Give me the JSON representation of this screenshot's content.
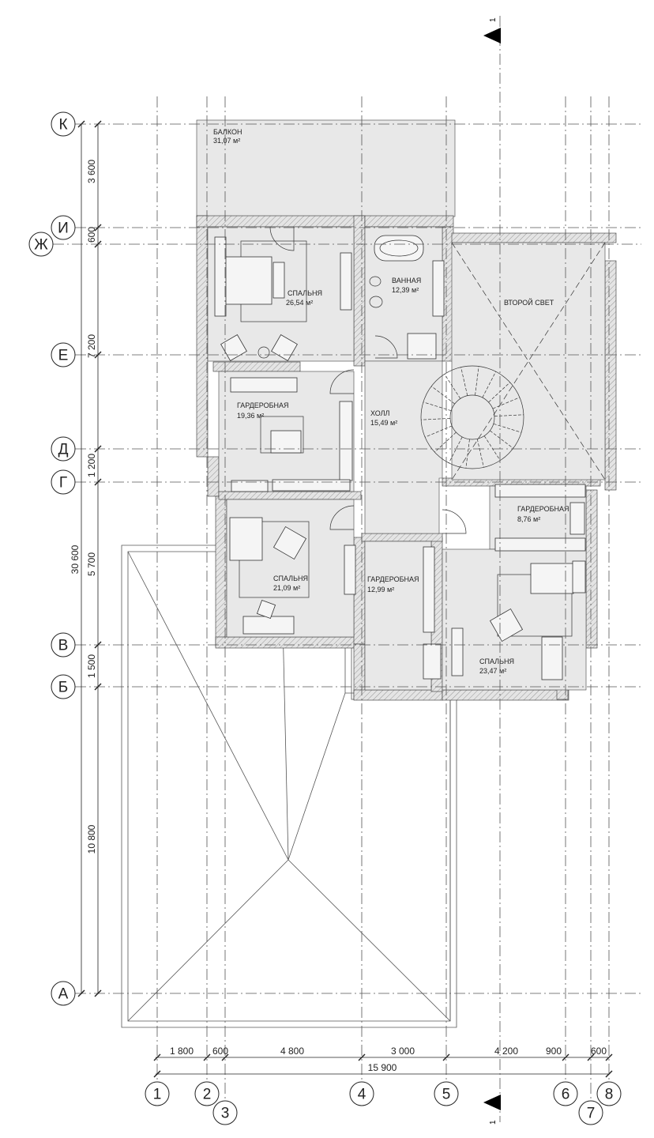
{
  "rooms": [
    {
      "id": "balcony",
      "name": "БАЛКОН",
      "area": "31,07 м²"
    },
    {
      "id": "bedroom1",
      "name": "СПАЛЬНЯ",
      "area": "26,54 м²"
    },
    {
      "id": "bathroom",
      "name": "ВАННАЯ",
      "area": "12,39 м²"
    },
    {
      "id": "second-light",
      "name": "ВТОРОЙ СВЕТ",
      "area": ""
    },
    {
      "id": "wardrobe1",
      "name": "ГАРДЕРОБНАЯ",
      "area": "19,36 м²"
    },
    {
      "id": "hall",
      "name": "ХОЛЛ",
      "area": "15,49 м²"
    },
    {
      "id": "wardrobe2",
      "name": "ГАРДЕРОБНАЯ",
      "area": "8,76 м²"
    },
    {
      "id": "bedroom2",
      "name": "СПАЛЬНЯ",
      "area": "21,09 м²"
    },
    {
      "id": "wardrobe3",
      "name": "ГАРДЕРОБНАЯ",
      "area": "12,99 м²"
    },
    {
      "id": "bedroom3",
      "name": "СПАЛЬНЯ",
      "area": "23,47 м²"
    }
  ],
  "axes_rows": [
    "К",
    "И",
    "Ж",
    "Е",
    "Д",
    "Г",
    "В",
    "Б",
    "А"
  ],
  "axes_cols": [
    "1",
    "2",
    "3",
    "4",
    "5",
    "6",
    "7",
    "8"
  ],
  "dims_vertical": [
    "3 600",
    "600",
    "7 200",
    "1 200",
    "5 700",
    "1 500",
    "10 800"
  ],
  "dim_total_vertical": "30 600",
  "dims_horizontal": [
    "1 800",
    "600",
    "4 800",
    "3 000",
    "4 200",
    "900",
    "600"
  ],
  "dim_total_horizontal": "15 900",
  "section_mark": "1"
}
